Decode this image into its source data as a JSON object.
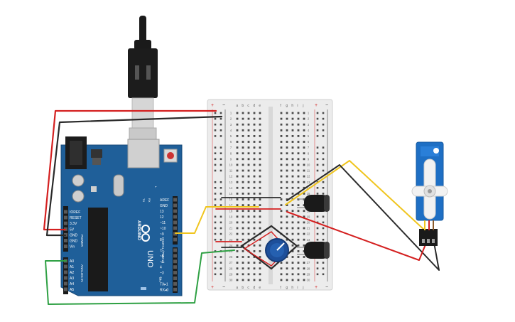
{
  "board": {
    "brand": "ARDUINO",
    "model": "UNO",
    "digital_label": "DIGITAL (PWM ~)",
    "power_label": "POWER",
    "analog_label": "ANALOG IN",
    "on_label": "ON",
    "l_label": "L",
    "tx_label": "TX",
    "rx_label": "RX",
    "power_pins": [
      "IOREF",
      "RESET",
      "3.3V",
      "5V",
      "GND",
      "GND",
      "Vin"
    ],
    "analog_pins": [
      "A0",
      "A1",
      "A2",
      "A3",
      "A4",
      "A5"
    ],
    "digital_pins_upper": [
      "AREF",
      "GND",
      "13",
      "12",
      "~11",
      "~10",
      "~9",
      "8"
    ],
    "digital_pins_lower": [
      "7",
      "~6",
      "~5",
      "4",
      "~3",
      "2",
      "TX▸1",
      "RX◂0"
    ]
  },
  "breadboard": {
    "cols_left": [
      "a",
      "b",
      "c",
      "d",
      "e"
    ],
    "cols_right": [
      "f",
      "g",
      "h",
      "i",
      "j"
    ],
    "rail_plus": "+",
    "rail_minus": "−",
    "row_numbers": [
      "1",
      "2",
      "3",
      "4",
      "5",
      "6",
      "7",
      "8",
      "9",
      "10",
      "11",
      "12",
      "13",
      "14",
      "15",
      "16",
      "17",
      "18",
      "19",
      "20",
      "21",
      "22",
      "23",
      "24",
      "25",
      "26",
      "27",
      "28",
      "29",
      "30"
    ]
  },
  "colors": {
    "board": "#1f5f99",
    "wire_red": "#d42020",
    "wire_black": "#2a2a2a",
    "wire_yellow": "#f0c51e",
    "wire_green": "#2ea043",
    "servo": "#1e6fc4",
    "pot": "#1d4f9a",
    "capacitor": "#1a1a1a"
  }
}
